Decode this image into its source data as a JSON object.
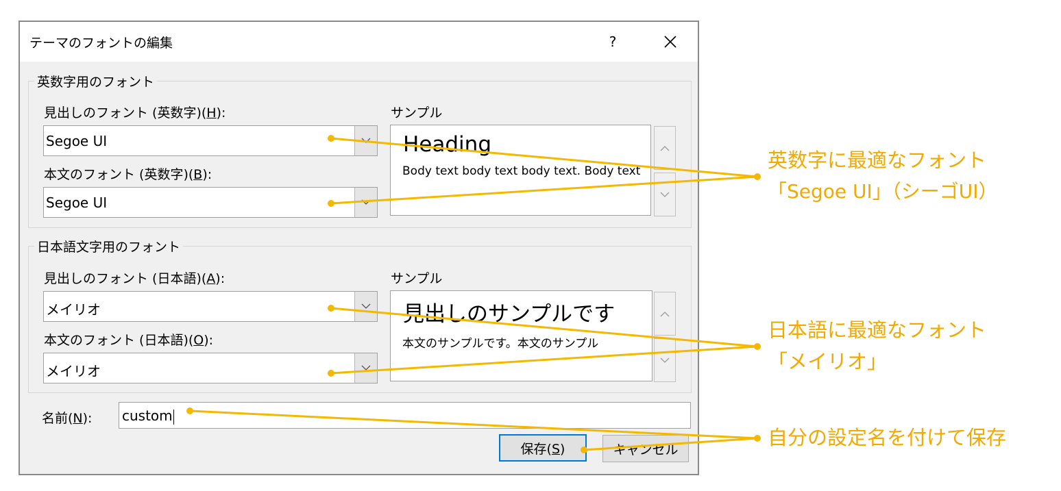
{
  "dialog": {
    "title": "テーマのフォントの編集",
    "help_label": "?",
    "latin_group": {
      "title": "英数字用のフォント",
      "heading_label": "見出しのフォント (英数字)(",
      "heading_key": "H",
      "heading_value": "Segoe UI",
      "body_label": "本文のフォント (英数字)(",
      "body_key": "B",
      "body_value": "Segoe UI",
      "sample_label": "サンプル",
      "sample_heading": "Heading",
      "sample_body": "Body text body text body text. Body text"
    },
    "japanese_group": {
      "title": "日本語文字用のフォント",
      "heading_label": "見出しのフォント (日本語)(",
      "heading_key": "A",
      "heading_value": "メイリオ",
      "body_label": "本文のフォント (日本語)(",
      "body_key": "O",
      "body_value": "メイリオ",
      "sample_label": "サンプル",
      "sample_heading": "見出しのサンプルです",
      "sample_body": "本文のサンプルです。本文のサンプル"
    },
    "name": {
      "label": "名前(",
      "key": "N",
      "value": "custom"
    },
    "buttons": {
      "save_label": "保存(",
      "save_key": "S",
      "cancel_label": "キャンセル"
    }
  },
  "annotations": {
    "latin_line1": "英数字に最適なフォント",
    "latin_line2": "「Segoe UI」（シーゴUI）",
    "japanese_line1": "日本語に最適なフォント",
    "japanese_line2": "「メイリオ」",
    "save_note": "自分の設定名を付けて保存"
  },
  "colors": {
    "annotation": "#f2a900",
    "accent": "#0078d7"
  }
}
